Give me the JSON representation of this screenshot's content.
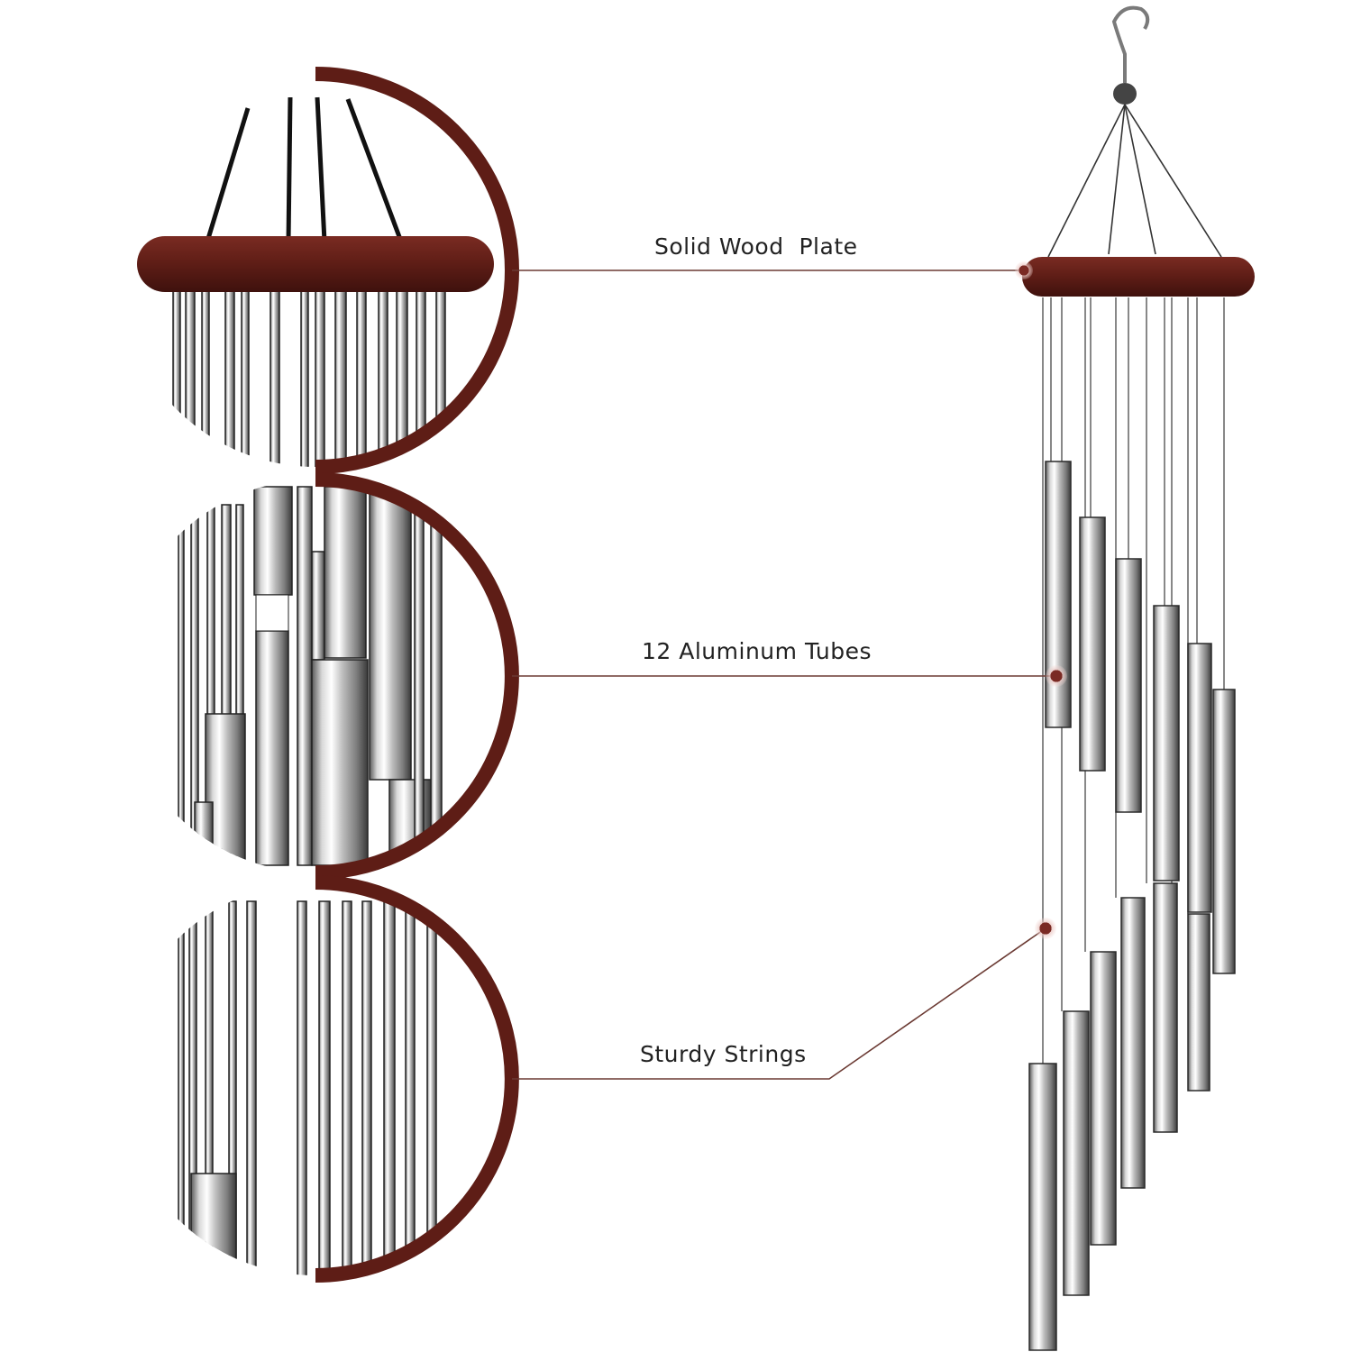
{
  "callouts": [
    {
      "id": "wood-plate",
      "label": "Solid Wood  Plate"
    },
    {
      "id": "tubes",
      "label": "12 Aluminum Tubes"
    },
    {
      "id": "strings",
      "label": "Sturdy Strings"
    }
  ],
  "colors": {
    "wood": "#5e1d16",
    "wood_dark": "#4a1410",
    "leader_line": "#6b3a33",
    "marker": "#7a2a24",
    "hook": "#777777",
    "text": "#222222"
  }
}
